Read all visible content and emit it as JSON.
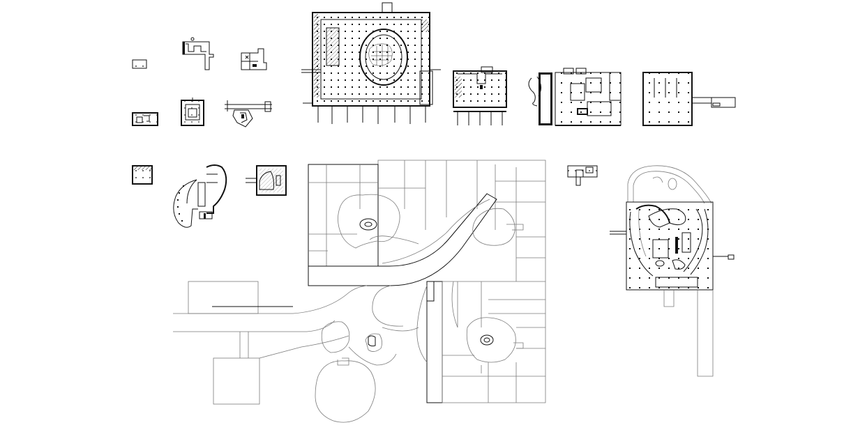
{
  "drawing": {
    "kind": "architectural plan sheet",
    "line_color": "#111111",
    "background": "#ffffff",
    "secondary_line_color": "#7a7a7a",
    "plans": [
      {
        "id": "small-plan-1"
      },
      {
        "id": "small-plan-2"
      },
      {
        "id": "small-plan-3"
      },
      {
        "id": "small-plan-4"
      },
      {
        "id": "small-plan-5"
      },
      {
        "id": "small-plan-6"
      },
      {
        "id": "large-gallery-plan"
      },
      {
        "id": "mid-plan-a"
      },
      {
        "id": "mid-plan-b"
      },
      {
        "id": "mid-plan-c"
      },
      {
        "id": "small-plan-7"
      },
      {
        "id": "curved-plan"
      },
      {
        "id": "small-plan-8"
      },
      {
        "id": "site-plan"
      },
      {
        "id": "small-plan-9"
      },
      {
        "id": "rounded-wing-plan"
      }
    ]
  }
}
